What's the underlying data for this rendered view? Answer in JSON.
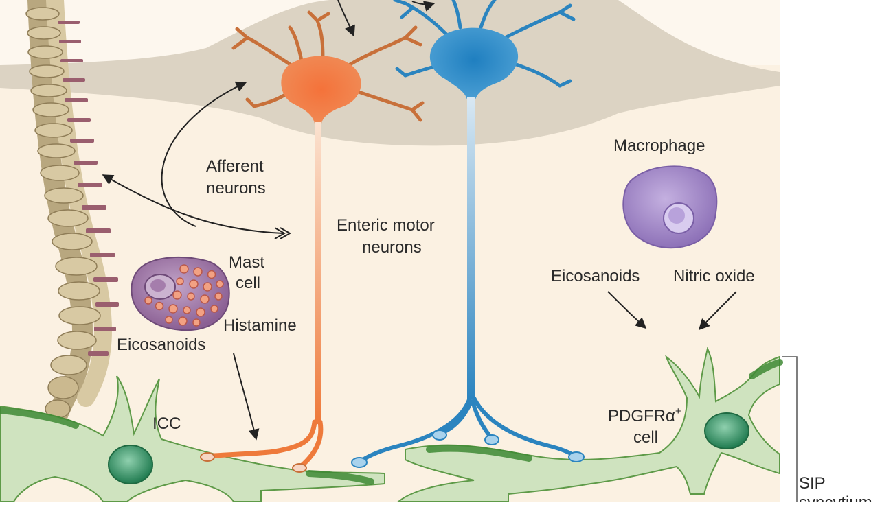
{
  "labels": {
    "afferent_line1": "Afferent",
    "afferent_line2": "neurons",
    "enteric_line1": "Enteric motor",
    "enteric_line2": "neurons",
    "macrophage": "Macrophage",
    "mast_line1": "Mast",
    "mast_line2": "cell",
    "histamine": "Histamine",
    "eicosanoids_left": "Eicosanoids",
    "eicosanoids_right": "Eicosanoids",
    "nitric_oxide": "Nitric oxide",
    "icc": "ICC",
    "pdgfra_line1": "PDGFRα",
    "pdgfra_sup": "+",
    "pdgfra_line2": "cell",
    "sip_line1": "SIP",
    "sip_line2": "syncytium"
  },
  "colors": {
    "background_tissue": "#fbf1e2",
    "ganglion": "#dcd3c3",
    "afferent_neuron": "#ef7a3a",
    "motor_neuron": "#2b84bf",
    "interstitial_cell": "#cfe3bf",
    "interstitial_outline": "#5e9a48",
    "cell_nucleus": "#2f8a5a",
    "macrophage": "#a78cc8",
    "mast_cell": "#a57dac",
    "granule": "#f2a183",
    "spine_bone": "#d8c9a3",
    "spine_disc": "#9a5e6e"
  }
}
